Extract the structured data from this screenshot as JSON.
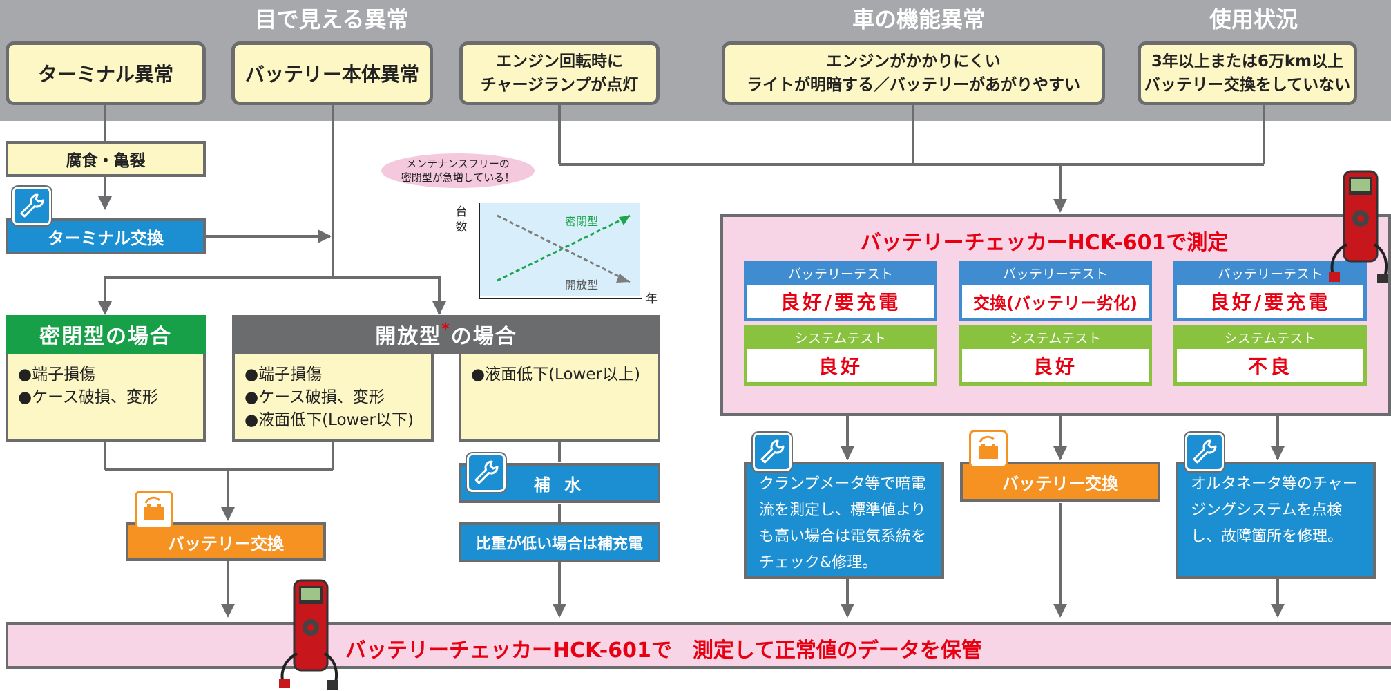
{
  "headers": {
    "visual": "目で見える異常",
    "function": "車の機能異常",
    "usage": "使用状況"
  },
  "top_boxes": {
    "terminal": "ターミナル異常",
    "body": "バッテリー本体異常",
    "charge_lamp": [
      "エンジン回転時に",
      "チャージランプが点灯"
    ],
    "engine": [
      "エンジンがかかりにくい",
      "ライトが明暗する／バッテリーがあがりやすい"
    ],
    "years": [
      "3年以上または6万km以上",
      "バッテリー交換をしていない"
    ]
  },
  "corrosion": "腐食・亀裂",
  "terminal_replace": "ターミナル交換",
  "callout": [
    "メンテナンスフリーの",
    "密閉型が急増している！"
  ],
  "chart_data": {
    "type": "line",
    "ylabel": "台数",
    "xlabel": "年",
    "series": [
      {
        "name": "密閉型",
        "trend": "increasing",
        "color": "#1aa64a"
      },
      {
        "name": "開放型",
        "trend": "decreasing",
        "color": "#7d7d7d"
      }
    ]
  },
  "sealed": {
    "title": "密閉型の場合",
    "items": [
      "●端子損傷",
      "●ケース破損、変形"
    ]
  },
  "open": {
    "title_a": "開放型",
    "mark": "*",
    "title_b": "の場合",
    "left_items": [
      "●端子損傷",
      "●ケース破損、変形",
      "●液面低下(Lower以下)"
    ],
    "right_items": [
      "●液面低下(Lower以上)"
    ]
  },
  "refill": "補 水",
  "recharge": "比重が低い場合は補充電",
  "battery_replace": "バッテリー交換",
  "checker": {
    "title": "バッテリーチェッカーHCK-601で測定",
    "columns": [
      {
        "battery_label": "バッテリーテスト",
        "battery_result": "良好/要充電",
        "system_label": "システムテスト",
        "system_result": "良好"
      },
      {
        "battery_label": "バッテリーテスト",
        "battery_result": "交換(バッテリー劣化)",
        "system_label": "システムテスト",
        "system_result": "良好"
      },
      {
        "battery_label": "バッテリーテスト",
        "battery_result": "良好/要充電",
        "system_label": "システムテスト",
        "system_result": "不良"
      }
    ]
  },
  "action_current": "クランプメータ等で暗電流を測定し、標準値よりも高い場合は電気系統をチェック&修理。",
  "action_replace": "バッテリー交換",
  "action_alternator": "オルタネータ等のチャージングシステムを点検し、故障箇所を修理。",
  "bottom": "バッテリーチェッカーHCK-601で　測定して正常値のデータを保管",
  "colors": {
    "band": "#a7a8ab",
    "yellow": "#fdf7c6",
    "blue": "#1b8fd2",
    "orange": "#f59222",
    "green": "#17a047",
    "pink": "#f8d5e6",
    "red": "#e60012",
    "line": "#6b6c6e"
  }
}
